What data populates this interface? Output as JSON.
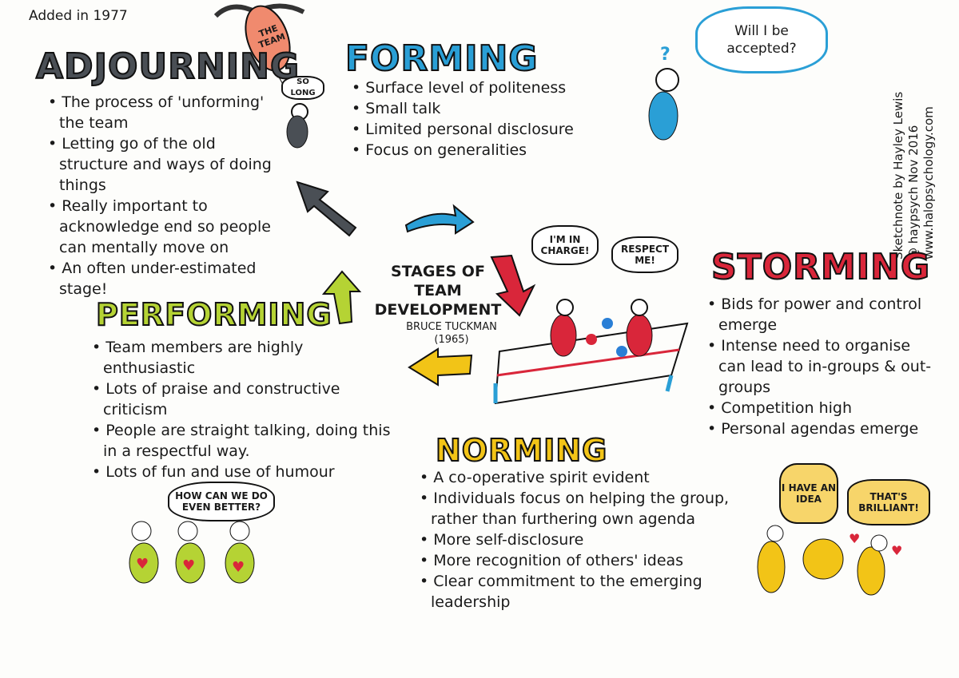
{
  "note": "Added in 1977",
  "center": {
    "title": "STAGES OF TEAM DEVELOPMENT",
    "author": "BRUCE TUCKMAN",
    "year": "(1965)"
  },
  "credits": [
    "Sketchnote by Hayley Lewis",
    "@ haypsych Nov 2016",
    "www.halopsychology.com"
  ],
  "stages": {
    "adjourning": {
      "title": "ADJOURNING",
      "color": "#4a4f55",
      "items": [
        "The process of 'unforming' the team",
        "Letting go of the old structure and ways of doing things",
        "Really important to acknowledge end so people can mentally move on",
        "An often under-estimated stage!"
      ],
      "balloon": "THE TEAM",
      "bubble": "SO LONG"
    },
    "forming": {
      "title": "FORMING",
      "color": "#2a9fd6",
      "items": [
        "Surface level of politeness",
        "Small talk",
        "Limited personal disclosure",
        "Focus on generalities"
      ],
      "bubble": "Will I be accepted?"
    },
    "storming": {
      "title": "STORMING",
      "color": "#d9263a",
      "items": [
        "Bids for power and control emerge",
        "Intense need to organise can lead to in-groups & out-groups",
        "Competition high",
        "Personal agendas emerge"
      ],
      "bubbles": [
        "I'M IN CHARGE!",
        "RESPECT ME!"
      ]
    },
    "performing": {
      "title": "PERFORMING",
      "color": "#b5d334",
      "items": [
        "Team members are highly enthusiastic",
        "Lots of praise and constructive criticism",
        "People are straight talking, doing this in a respectful way.",
        "Lots of fun and use of humour"
      ],
      "bubble": "HOW CAN WE DO EVEN BETTER?"
    },
    "norming": {
      "title": "NORMING",
      "color": "#f2c417",
      "items": [
        "A co-operative spirit evident",
        "Individuals focus on helping the group, rather than furthering own agenda",
        "More self-disclosure",
        "More recognition of others' ideas",
        "Clear commitment to the emerging leadership"
      ],
      "bubbles": [
        "I HAVE AN IDEA",
        "THAT'S BRILLIANT!"
      ]
    }
  }
}
